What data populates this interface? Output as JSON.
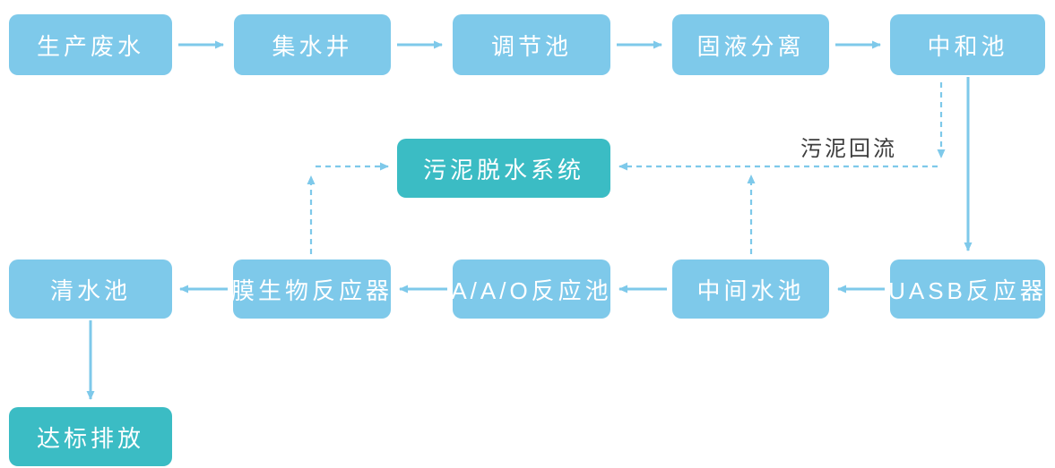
{
  "colors": {
    "background": "#ffffff",
    "node_blue": "#7ec9ea",
    "node_teal": "#3bbcc4",
    "node_text": "#ffffff",
    "arrow": "#7ec9ea",
    "annotation_text": "#3d3d3d"
  },
  "nodes": {
    "production_wastewater": {
      "label": "生产废水"
    },
    "collection_well": {
      "label": "集水井"
    },
    "regulating_tank": {
      "label": "调节池"
    },
    "solid_liquid_separation": {
      "label": "固液分离"
    },
    "neutralization_tank": {
      "label": "中和池"
    },
    "sludge_dewatering_system": {
      "label": "污泥脱水系统"
    },
    "uasb_reactor": {
      "label": "UASB反应器"
    },
    "intermediate_tank": {
      "label": "中间水池"
    },
    "aao_tank": {
      "label": "A/A/O反应池"
    },
    "mbr": {
      "label": "膜生物反应器"
    },
    "clean_water_tank": {
      "label": "清水池"
    },
    "standard_discharge": {
      "label": "达标排放"
    }
  },
  "annotations": {
    "sludge_return": "污泥回流"
  },
  "edges": [
    {
      "from": "production_wastewater",
      "to": "collection_well",
      "style": "solid"
    },
    {
      "from": "collection_well",
      "to": "regulating_tank",
      "style": "solid"
    },
    {
      "from": "regulating_tank",
      "to": "solid_liquid_separation",
      "style": "solid"
    },
    {
      "from": "solid_liquid_separation",
      "to": "neutralization_tank",
      "style": "solid"
    },
    {
      "from": "neutralization_tank",
      "to": "uasb_reactor",
      "style": "solid"
    },
    {
      "from": "uasb_reactor",
      "to": "intermediate_tank",
      "style": "solid"
    },
    {
      "from": "intermediate_tank",
      "to": "aao_tank",
      "style": "solid"
    },
    {
      "from": "aao_tank",
      "to": "mbr",
      "style": "solid"
    },
    {
      "from": "mbr",
      "to": "clean_water_tank",
      "style": "solid"
    },
    {
      "from": "clean_water_tank",
      "to": "standard_discharge",
      "style": "solid"
    },
    {
      "from": "neutralization_tank",
      "to": "sludge_dewatering_system",
      "style": "dashed",
      "label": "污泥回流"
    },
    {
      "from": "intermediate_tank",
      "to": "sludge_dewatering_system",
      "style": "dashed"
    },
    {
      "from": "mbr",
      "to": "sludge_dewatering_system",
      "style": "dashed"
    }
  ]
}
